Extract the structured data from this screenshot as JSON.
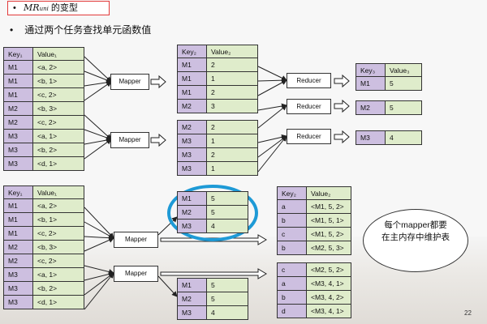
{
  "header": {
    "title_math": "MR",
    "title_sub": "uni",
    "title_text": " 的变型",
    "bullet_dot": "•",
    "bullet": "通过两个任务查找单元函数值",
    "title_dot": "•"
  },
  "top": {
    "input": {
      "headers": [
        "Key₁",
        "Value₁"
      ],
      "rows": [
        [
          "M1",
          "<a, 2>"
        ],
        [
          "M1",
          "<b, 1>"
        ],
        [
          "M1",
          "<c, 2>"
        ],
        [
          "M2",
          "<b, 3>"
        ],
        [
          "M2",
          "<c, 2>"
        ],
        [
          "M3",
          "<a, 1>"
        ],
        [
          "M3",
          "<b, 2>"
        ],
        [
          "M3",
          "<d, 1>"
        ]
      ]
    },
    "mapper_label": "Mapper",
    "mid1": {
      "headers": [
        "Key₂",
        "Value₂"
      ],
      "rows": [
        [
          "M1",
          "2"
        ],
        [
          "M1",
          "1"
        ],
        [
          "M1",
          "2"
        ],
        [
          "M2",
          "3"
        ]
      ]
    },
    "mid2": {
      "rows": [
        [
          "M2",
          "2"
        ],
        [
          "M3",
          "1"
        ],
        [
          "M3",
          "2"
        ],
        [
          "M3",
          "1"
        ]
      ]
    },
    "reducer_label": "Reducer",
    "out1": {
      "headers": [
        "Key₃",
        "Value₃"
      ],
      "rows": [
        [
          "M1",
          "5"
        ]
      ]
    },
    "out2": {
      "rows": [
        [
          "M2",
          "5"
        ]
      ]
    },
    "out3": {
      "rows": [
        [
          "M3",
          "4"
        ]
      ]
    }
  },
  "bottom": {
    "input": {
      "headers": [
        "Key₁",
        "Value₁"
      ],
      "rows": [
        [
          "M1",
          "<a, 2>"
        ],
        [
          "M1",
          "<b, 1>"
        ],
        [
          "M1",
          "<c, 2>"
        ],
        [
          "M2",
          "<b, 3>"
        ],
        [
          "M2",
          "<c, 2>"
        ],
        [
          "M3",
          "<a, 1>"
        ],
        [
          "M3",
          "<b, 2>"
        ],
        [
          "M3",
          "<d, 1>"
        ]
      ]
    },
    "mapper_label": "Mapper",
    "agg1": {
      "rows": [
        [
          "M1",
          "5"
        ],
        [
          "M2",
          "5"
        ],
        [
          "M3",
          "4"
        ]
      ]
    },
    "agg2": {
      "rows": [
        [
          "M1",
          "5"
        ],
        [
          "M2",
          "5"
        ],
        [
          "M3",
          "4"
        ]
      ]
    },
    "res1": {
      "headers": [
        "Key₂",
        "Value₂"
      ],
      "rows": [
        [
          "a",
          "<M1, 5, 2>"
        ],
        [
          "b",
          "<M1, 5, 1>"
        ],
        [
          "c",
          "<M1, 5, 2>"
        ],
        [
          "b",
          "<M2, 5, 3>"
        ]
      ]
    },
    "res2": {
      "rows": [
        [
          "c",
          "<M2, 5, 2>"
        ],
        [
          "a",
          "<M3, 4, 1>"
        ],
        [
          "b",
          "<M3, 4, 2>"
        ],
        [
          "d",
          "<M3, 4, 1>"
        ]
      ]
    },
    "note": [
      "每个mapper都要",
      "在主内存中维护表"
    ]
  },
  "page_number": "22",
  "colors": {
    "key_cell": "#cdbfe0",
    "value_cell": "#dfeccb",
    "highlight_ellipse": "#1e9ad6",
    "title_border": "#e23a3a"
  }
}
